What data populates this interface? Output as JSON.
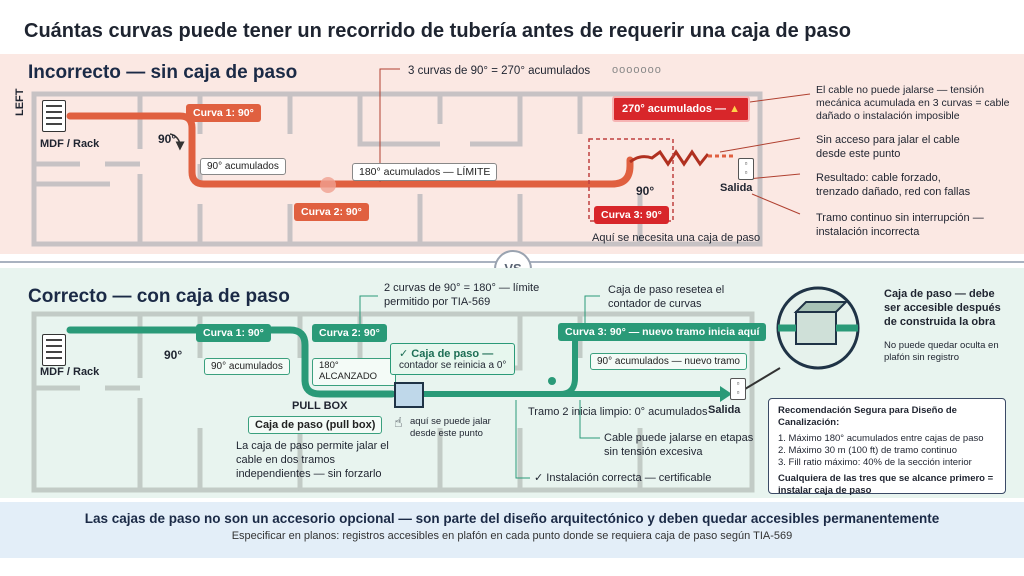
{
  "title": "Cuántas curvas puede tener un recorrido de tubería antes de requerir una caja de paso",
  "vs": "VS",
  "incorrect": {
    "heading": "Incorrecto — sin caja de paso",
    "left_label": "LEFT",
    "rack_label": "MDF / Rack",
    "curve1": "Curva 1: 90°",
    "angle1": "90°",
    "acc90": "90° acumulados",
    "acc180": "180° acumulados — LÍMITE",
    "curve2": "Curva 2: 90°",
    "curves_note": "3 curvas de 90° = 270° acumulados",
    "alert": "270° acumulados —",
    "angle3": "90°",
    "curve3": "Curva 3: 90°",
    "need_box": "Aquí se necesita una caja de paso",
    "exit": "Salida",
    "note_tension": "El cable no puede jalarse — tensión mecánica acumulada en 3 curvas = cable dañado o instalación imposible",
    "note_access": "Sin acceso para jalar el cable desde este punto",
    "note_result": "Resultado: cable forzado, trenzado dañado, red con fallas",
    "note_continuous": "Tramo continuo sin interrupción — instalación incorrecta"
  },
  "correct": {
    "heading": "Correcto — con caja de paso",
    "rack_label": "MDF / Rack",
    "angle1": "90°",
    "curve1": "Curva 1: 90°",
    "acc90": "90° acumulados",
    "curve2": "Curva 2: 90°",
    "reached": "180° ALCANZADO",
    "curves_note": "2 curvas de 90° = 180° — límite permitido por TIA-569",
    "box_reset_title": "✓ Caja de paso —",
    "box_reset_sub": "contador se reinicia a 0°",
    "pull_box": "PULL BOX",
    "pull_box_tag": "Caja de paso (pull box)",
    "pull_here": "aquí se puede jalar desde este punto",
    "pull_explain": "La caja de paso permite jalar el cable en dos tramos independientes — sin forzarlo",
    "box_resets_counter": "Caja de paso resetea el contador de curvas",
    "curve3": "Curva 3: 90° — nuevo tramo inicia aquí",
    "acc_new": "90° acumulados — nuevo tramo",
    "stretch2": "Tramo 2 inicia limpio: 0° acumulados",
    "exit": "Salida",
    "cable_stages": "Cable puede jalarse en etapas sin tensión excesiva",
    "certified": "✓ Instalación correcta — certificable",
    "access_title": "Caja de paso — debe ser accesible después de construida la obra",
    "access_sub": "No puede quedar oculta en plafón sin registro"
  },
  "recommendation": {
    "title": "Recomendación Segura para Diseño de Canalización:",
    "items": [
      "1. Máximo 180° acumulados entre cajas de paso",
      "2. Máximo 30 m (100 ft) de tramo continuo",
      "3. Fill ratio máximo: 40% de la sección interior"
    ],
    "conclusion": "Cualquiera de las tres que se alcance primero = instalar caja de paso"
  },
  "footer": {
    "main": "Las cajas de paso no son un accesorio opcional — son parte del diseño arquitectónico y deben quedar accesibles permanentemente",
    "sub": "Especificar en planos: registros accesibles en plafón en cada punto donde se requiera caja de paso según TIA-569"
  },
  "colors": {
    "bad": "#e06040",
    "alert": "#d8262a",
    "good": "#2a9a78",
    "panel_bad": "#fbe8e3",
    "panel_good": "#e8f4ef"
  }
}
